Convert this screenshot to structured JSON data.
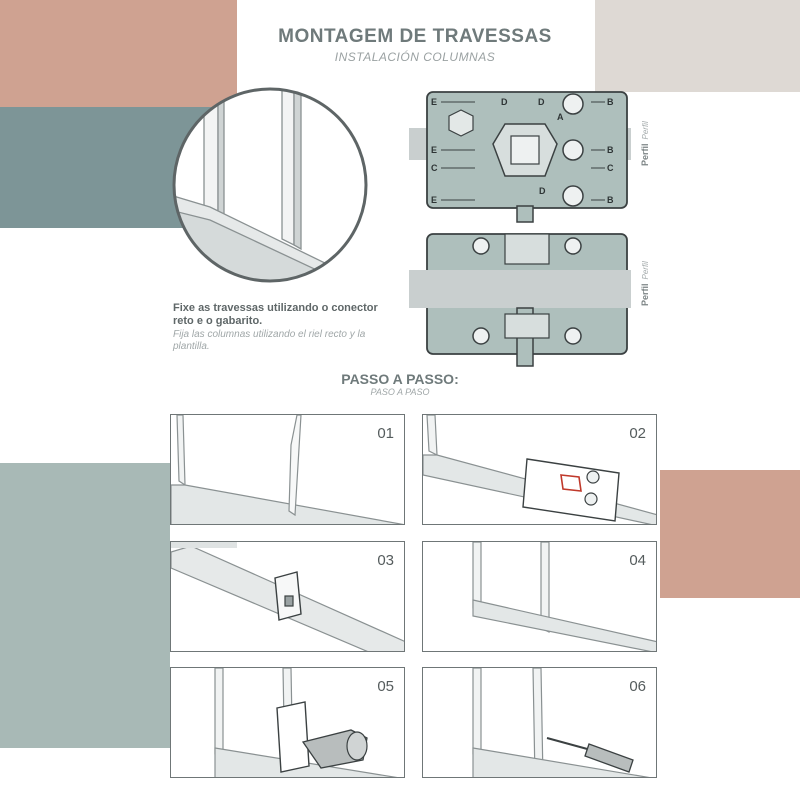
{
  "colors": {
    "pink": "#cfa291",
    "teal": "#7d9597",
    "beige": "#ded9d4",
    "sage": "#a8b9b6",
    "template": "#aebfbc"
  },
  "title": {
    "main": "MONTAGEM DE TRAVESSAS",
    "sub": "INSTALACIÓN COLUMNAS"
  },
  "description": {
    "pt": "Fixe as travessas utilizando o conector reto e o gabarito.",
    "es": "Fija las columnas utilizando el riel recto y la plantilla."
  },
  "template_labels": {
    "a": "A",
    "b": "B",
    "c": "C",
    "d": "D",
    "e": "E"
  },
  "profile_label": {
    "pt": "Perfil",
    "es": "Perfil"
  },
  "steps_heading": {
    "main": "PASSO A PASSO:",
    "sub": "PASO A PASO"
  },
  "steps": [
    {
      "number": "01"
    },
    {
      "number": "02"
    },
    {
      "number": "03"
    },
    {
      "number": "04"
    },
    {
      "number": "05"
    },
    {
      "number": "06"
    }
  ],
  "icons": [
    "magnifier-circle",
    "template-top-view",
    "template-front-view",
    "step-illustration"
  ]
}
